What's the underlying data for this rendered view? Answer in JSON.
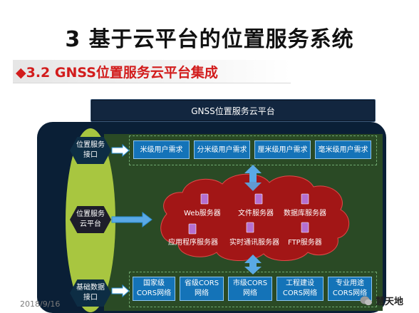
{
  "title": "3 基于云平台的位置服务系统",
  "subtitle": "◆3.2 GNSS位置服务云平台集成",
  "header": "GNSS位置服务云平台",
  "layers": {
    "interface": "位置服务\n接口",
    "cloud": "位置服务\n云平台",
    "base": "基础数据\n接口"
  },
  "user_needs": [
    "米级用户需求",
    "分米级用户需求",
    "厘米级用户需求",
    "毫米级用户需求"
  ],
  "servers_row1": [
    "Web服务器",
    "文件服务器",
    "数据库服务器"
  ],
  "servers_row2": [
    "应用程序服务器",
    "实时通讯服务器",
    "FTP服务器"
  ],
  "cors_networks": [
    "国家级\nCORS网络",
    "省级CORS\n网络",
    "市级CORS\n网络",
    "工程建设\nCORS网络",
    "专业用途\nCORS网络"
  ],
  "date": "2018/9/16",
  "watermark": "慧天地",
  "colors": {
    "dark_panel": "#0a1f36",
    "inner_green": "#2a4a25",
    "spindle": "#a8c640",
    "cloud": "#a21616",
    "box_blue": "#1473b8",
    "arrow_blue": "#5aa9e6"
  }
}
